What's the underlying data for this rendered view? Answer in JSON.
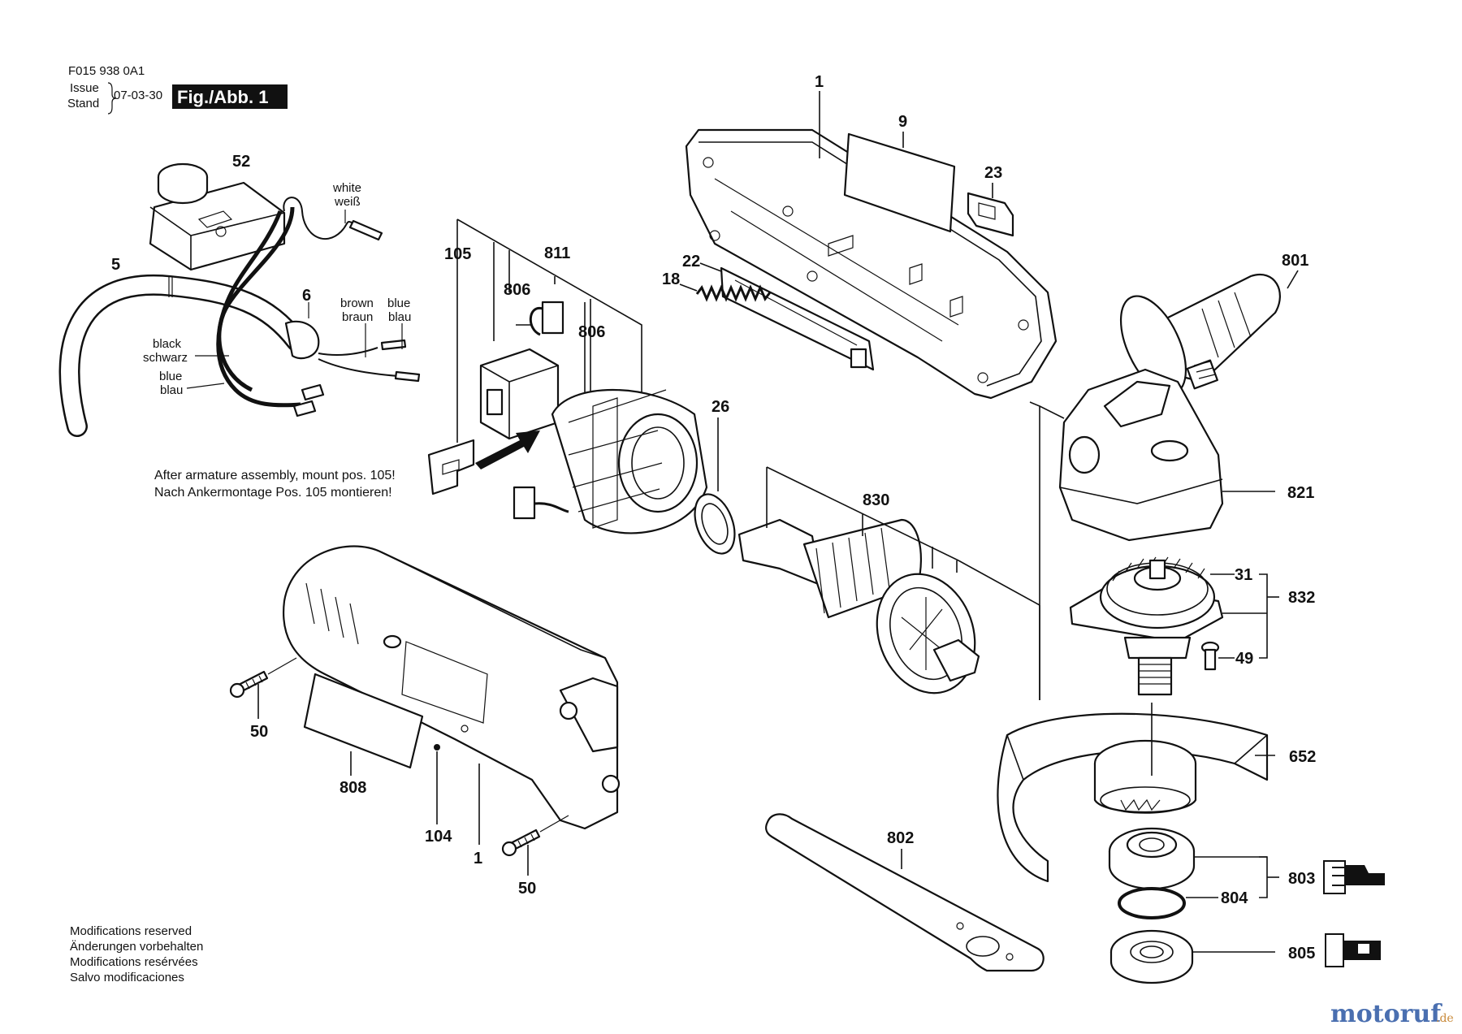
{
  "header": {
    "doc_code": "F015 938 0A1",
    "issue_label": "Issue",
    "stand_label": "Stand",
    "date": "07-03-30",
    "figure_label": "Fig./Abb. 1"
  },
  "wire_labels": {
    "white": "white",
    "weiss": "weiß",
    "brown": "brown",
    "braun": "braun",
    "blue_right": "blue",
    "blau_right": "blau",
    "black": "black",
    "schwarz": "schwarz",
    "blue_left": "blue",
    "blau_left": "blau"
  },
  "assembly_note": {
    "en": "After armature assembly, mount pos. 105!",
    "de": "Nach Ankermontage Pos. 105 montieren!"
  },
  "parts": {
    "p1_top": "1",
    "p9": "9",
    "p23": "23",
    "p52": "52",
    "p5": "5",
    "p6": "6",
    "p105": "105",
    "p811": "811",
    "p806a": "806",
    "p806b": "806",
    "p22": "22",
    "p18": "18",
    "p801": "801",
    "p26": "26",
    "p821": "821",
    "p830": "830",
    "p31": "31",
    "p832": "832",
    "p49": "49",
    "p50a": "50",
    "p808": "808",
    "p104": "104",
    "p1_bottom": "1",
    "p50b": "50",
    "p652": "652",
    "p802": "802",
    "p803": "803",
    "p804": "804",
    "p805": "805"
  },
  "footer": {
    "mod_en": "Modifications reserved",
    "mod_de": "Änderungen vorbehalten",
    "mod_fr": "Modifications resérvées",
    "mod_es": "Salvo modificaciones"
  },
  "watermark": {
    "brand": "motoruf",
    "suffix": ".de"
  }
}
